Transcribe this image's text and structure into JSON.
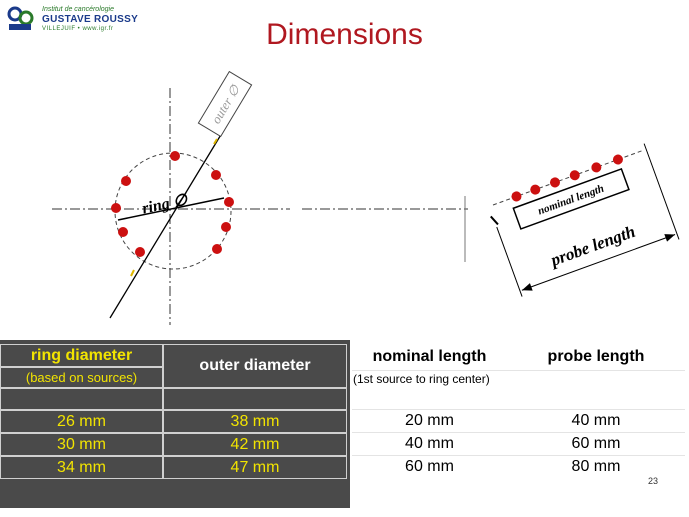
{
  "logo": {
    "line1": "Institut de cancérologie",
    "line2": "GUSTAVE ROUSSY",
    "line3": "VILLEJUIF • www.igr.fr"
  },
  "title": "Dimensions",
  "diagram": {
    "outer_label": "outer ∅",
    "ring_label": "ring ∅",
    "nominal_label": "nominal length",
    "probe_label": "probe length",
    "source_color": "#cc1010"
  },
  "left_table": {
    "headers": [
      "ring diameter",
      "outer diameter"
    ],
    "subheader": "(based on sources)",
    "rows": [
      [
        "26 mm",
        "38 mm"
      ],
      [
        "30 mm",
        "42 mm"
      ],
      [
        "34 mm",
        "47 mm"
      ]
    ]
  },
  "right_table": {
    "headers": [
      "nominal length",
      "probe length"
    ],
    "subheader": "(1st source to ring center)",
    "rows": [
      [
        "20 mm",
        "40 mm"
      ],
      [
        "40 mm",
        "60 mm"
      ],
      [
        "60 mm",
        "80 mm"
      ]
    ]
  },
  "page_number": "23"
}
